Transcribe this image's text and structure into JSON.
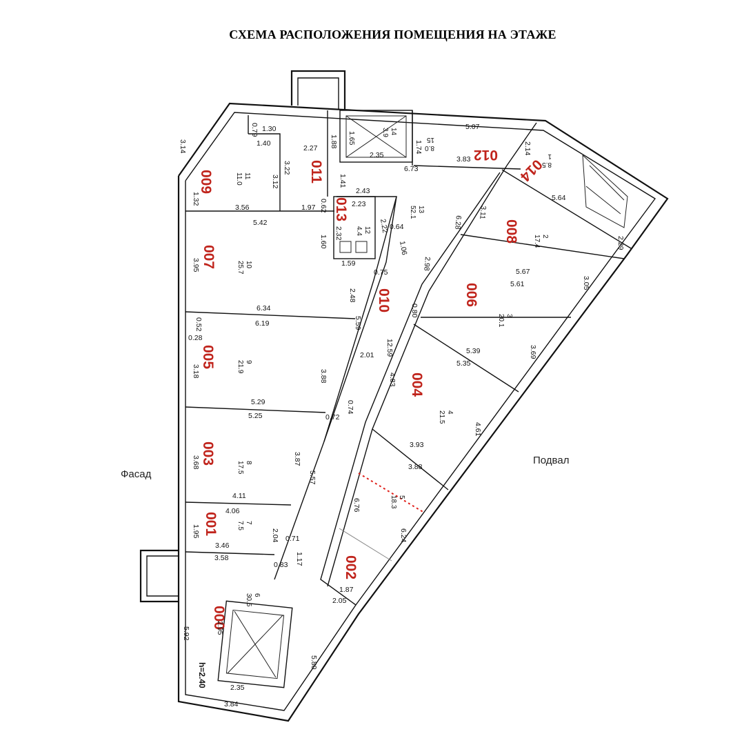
{
  "title": "СХЕМА РАСПОЛОЖЕНИЯ ПОМЕЩЕНИЯ НА ЭТАЖЕ",
  "annotations": {
    "facade": "Фасад",
    "basement": "Подвал",
    "height": "h=2.40"
  },
  "rooms": [
    {
      "label": "000",
      "num": "6",
      "area": "30.5"
    },
    {
      "label": "001",
      "num": "7",
      "area": "7.5"
    },
    {
      "label": "002",
      "num": "5",
      "area": "18.3"
    },
    {
      "label": "003",
      "num": "8",
      "area": "17.5"
    },
    {
      "label": "004",
      "num": "4",
      "area": "21.5"
    },
    {
      "label": "005",
      "num": "9",
      "area": "21.9"
    },
    {
      "label": "006",
      "num": "3",
      "area": "20.1"
    },
    {
      "label": "007",
      "num": "10",
      "area": "25.7"
    },
    {
      "label": "008",
      "num": "2",
      "area": "17.4"
    },
    {
      "label": "009",
      "num": "11",
      "area": "11.0"
    },
    {
      "label": "010",
      "num": "13",
      "area": "52.1"
    },
    {
      "label": "011",
      "num": "",
      "area": ""
    },
    {
      "label": "012",
      "num": "15",
      "area": "8.0"
    },
    {
      "label": "013",
      "num": "12",
      "area": "4.4"
    },
    {
      "label": "014",
      "num": "1",
      "area": "8.5"
    },
    {
      "label": "",
      "num": "14",
      "area": "3.9"
    }
  ],
  "dimensions": [
    "3.14",
    "1.32",
    "0.79",
    "1.30",
    "1.40",
    "3.22",
    "3.12",
    "2.27",
    "1.88",
    "1.65",
    "2.35",
    "1.74",
    "5.07",
    "2.14",
    "6.73",
    "3.83",
    "1.41",
    "2.43",
    "2.23",
    "0.62",
    "3.56",
    "1.97",
    "5.42",
    "1.60",
    "2.32",
    "1.59",
    "2.22",
    "0.64",
    "1.06",
    "0.75",
    "6.28",
    "3.11",
    "5.64",
    "2.29",
    "3.95",
    "2.48",
    "5.59",
    "2.98",
    "5.67",
    "5.61",
    "3.05",
    "6.34",
    "6.19",
    "0.52",
    "0.28",
    "0.80",
    "12.59",
    "3.18",
    "3.88",
    "2.01",
    "4.83",
    "5.39",
    "5.35",
    "3.69",
    "0.74",
    "0.72",
    "5.29",
    "5.25",
    "3.68",
    "3.87",
    "5.57",
    "3.93",
    "3.88",
    "4.61",
    "4.11",
    "4.06",
    "1.95",
    "6.76",
    "2.04",
    "0.71",
    "1.17",
    "6.24",
    "3.46",
    "3.58",
    "0.83",
    "1.87",
    "2.05",
    "5.92",
    "2.95",
    "5.80",
    "2.35",
    "3.84"
  ]
}
